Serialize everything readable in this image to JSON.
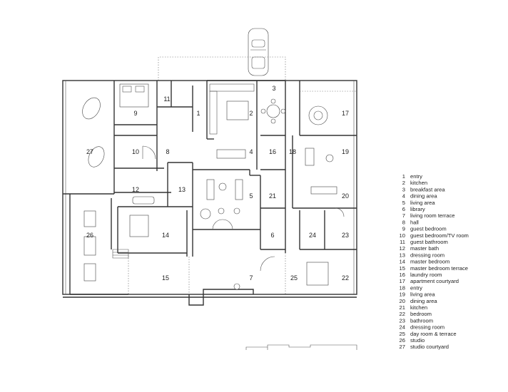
{
  "rooms": [
    {
      "n": "1",
      "name": "entry"
    },
    {
      "n": "2",
      "name": "kitchen"
    },
    {
      "n": "3",
      "name": "breakfast area"
    },
    {
      "n": "4",
      "name": "dining area"
    },
    {
      "n": "5",
      "name": "living area"
    },
    {
      "n": "6",
      "name": "library"
    },
    {
      "n": "7",
      "name": "living room terrace"
    },
    {
      "n": "8",
      "name": "hall"
    },
    {
      "n": "9",
      "name": "guest bedroom"
    },
    {
      "n": "10",
      "name": "guest bedroom/TV room"
    },
    {
      "n": "11",
      "name": "guest bathroom"
    },
    {
      "n": "12",
      "name": "master bath"
    },
    {
      "n": "13",
      "name": "dressing room"
    },
    {
      "n": "14",
      "name": "master bedroom"
    },
    {
      "n": "15",
      "name": "master bedroom terrace"
    },
    {
      "n": "16",
      "name": "laundry room"
    },
    {
      "n": "17",
      "name": "apartment courtyard"
    },
    {
      "n": "18",
      "name": "entry"
    },
    {
      "n": "19",
      "name": "living area"
    },
    {
      "n": "20",
      "name": "dining area"
    },
    {
      "n": "21",
      "name": "kitchen"
    },
    {
      "n": "22",
      "name": "bedroom"
    },
    {
      "n": "23",
      "name": "bathroom"
    },
    {
      "n": "24",
      "name": "dressing room"
    },
    {
      "n": "25",
      "name": "day room & terrace"
    },
    {
      "n": "26",
      "name": "studio"
    },
    {
      "n": "27",
      "name": "studio courtyard"
    }
  ],
  "colors": {
    "line": "#333333",
    "text": "#222222",
    "background": "#ffffff"
  }
}
